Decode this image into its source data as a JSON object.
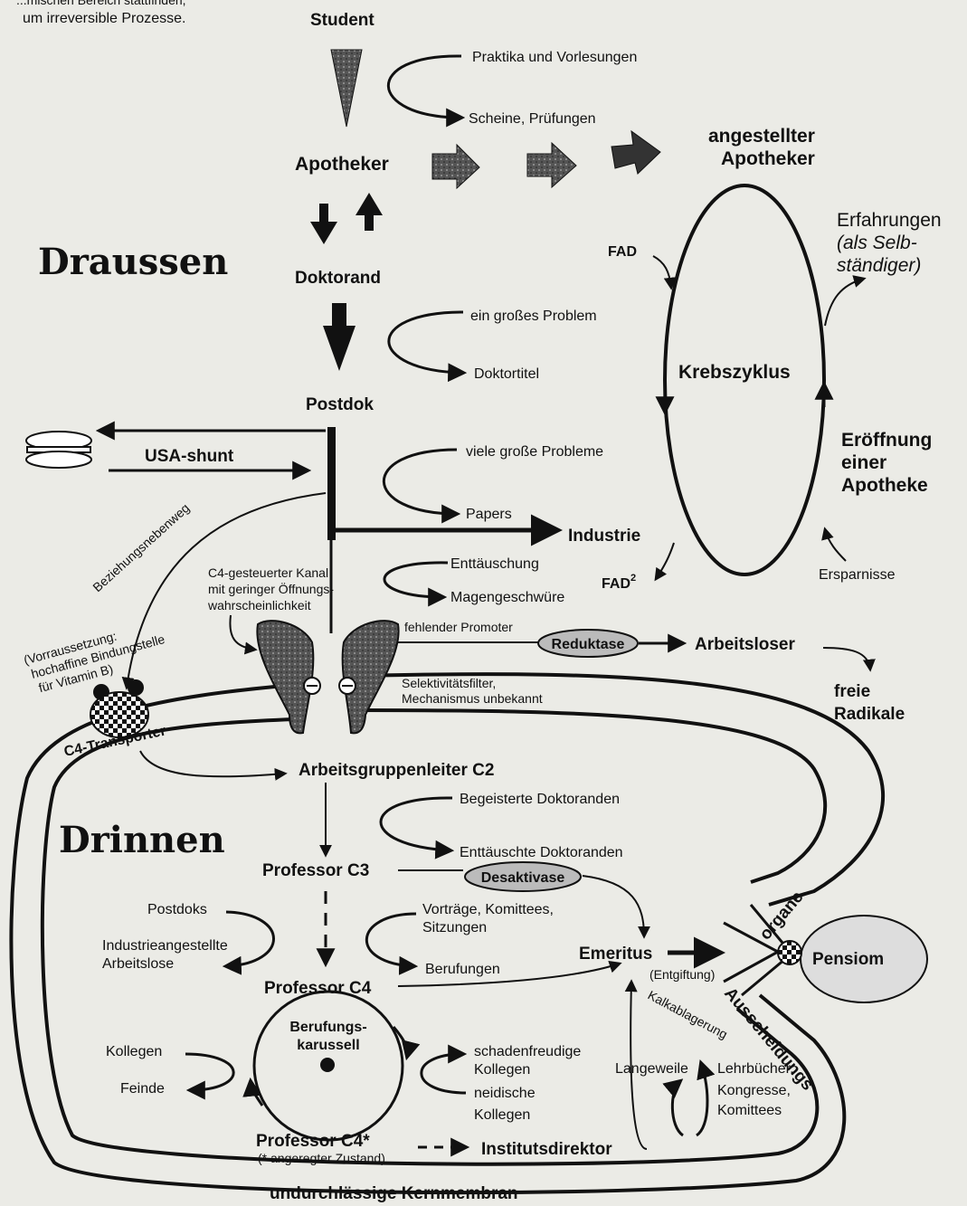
{
  "header": {
    "line1": "...mischen Bereich stattfinden,",
    "line2": "um irreversible Prozesse."
  },
  "regions": {
    "outside": "Draussen",
    "inside": "Drinnen"
  },
  "path": {
    "student": "Student",
    "apotheker": "Apotheker",
    "doktorand": "Doktorand",
    "postdok": "Postdok",
    "industrie": "Industrie",
    "ag_leiter": "Arbeitsgruppenleiter C2",
    "prof_c3": "Professor C3",
    "prof_c4": "Professor C4",
    "prof_c4_star": "Professor C4*",
    "prof_c4_star_note": "(* angeregter Zustand)",
    "institutsdirektor": "Institutsdirektor",
    "emeritus": "Emeritus",
    "entgiftung": "(Entgiftung)",
    "pensiom": "Pensiom",
    "arbeitsloser": "Arbeitsloser",
    "freie": "freie",
    "radikale": "Radikale"
  },
  "loops": {
    "praktika": "Praktika und Vorlesungen",
    "scheine": "Scheine, Prüfungen",
    "problem": "ein großes Problem",
    "doktortitel": "Doktortitel",
    "viele": "viele große Probleme",
    "papers": "Papers",
    "enttaeuschung": "Enttäuschung",
    "magen": "Magengeschwüre",
    "begeistert": "Begeisterte Doktoranden",
    "enttaeuscht": "Enttäuschte Doktoranden",
    "vortraege1": "Vorträge, Komittees,",
    "vortraege2": "Sitzungen",
    "berufungen": "Berufungen",
    "postdoks": "Postdoks",
    "industrie1": "Industrieangestellte",
    "industrie2": "Arbeitslose",
    "kollegen": "Kollegen",
    "feinde": "Feinde",
    "karussell1": "Berufungs-",
    "karussell2": "karussell",
    "schaden1": "schadenfreudige",
    "schaden2": "Kollegen",
    "neid1": "neidische",
    "neid2": "Kollegen",
    "langeweile": "Langeweile",
    "lehr1": "Lehrbücher,",
    "lehr2": "Kongresse,",
    "lehr3": "Komittees"
  },
  "krebs": {
    "angestellt1": "angestellter",
    "angestellt2": "Apotheker",
    "fad": "FAD",
    "fad2": "FAD",
    "fad2_sup": "2",
    "cycle": "Krebszyklus",
    "erfahrungen1": "Erfahrungen",
    "erfahrungen2": "(als Selb-",
    "erfahrungen3": "ständiger)",
    "eroeffnung1": "Eröffnung",
    "eroeffnung2": "einer",
    "eroeffnung3": "Apotheke",
    "ersparnisse": "Ersparnisse"
  },
  "channel": {
    "usa": "USA-shunt",
    "bez": "Beziehungsnebenweg",
    "vor1": "(Vorraussetzung:",
    "vor2": "hochaffine Bindungstelle",
    "vor3": "für Vitamin B)",
    "c4t": "C4-Transporter",
    "kanal1": "C4-gesteuerter Kanal",
    "kanal2": "mit geringer Öffnungs-",
    "kanal3": "wahrscheinlichkeit",
    "promoter": "fehlender Promoter",
    "reduktase": "Reduktase",
    "sel1": "Selektivitätsfilter,",
    "sel2": "Mechanismus unbekannt",
    "desaktivase": "Desaktivase",
    "kalk": "Kalkablagerung",
    "organe": "organe",
    "ausscheidungs": "Ausscheidungs",
    "membrane": "undurchlässige Kernmembran"
  }
}
